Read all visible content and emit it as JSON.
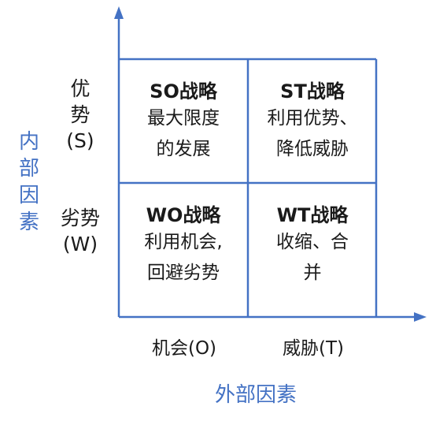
{
  "colors": {
    "axis": "#4472c4",
    "text": "#1a1a1a"
  },
  "axes": {
    "y_title": "内部因素",
    "x_title": "外部因素"
  },
  "rows": {
    "strength": "优势(S)",
    "weakness": "劣势(W)"
  },
  "columns": {
    "opportunity": "机会(O)",
    "threat": "威胁(T)"
  },
  "quadrants": {
    "so": {
      "title": "SO战略",
      "line1": "最大限度",
      "line2": "的发展"
    },
    "st": {
      "title": "ST战略",
      "line1": "利用优势、",
      "line2": "降低威胁"
    },
    "wo": {
      "title": "WO战略",
      "line1": "利用机会,",
      "line2": "回避劣势"
    },
    "wt": {
      "title": "WT战略",
      "line1": "收缩、合",
      "line2": "并"
    }
  }
}
